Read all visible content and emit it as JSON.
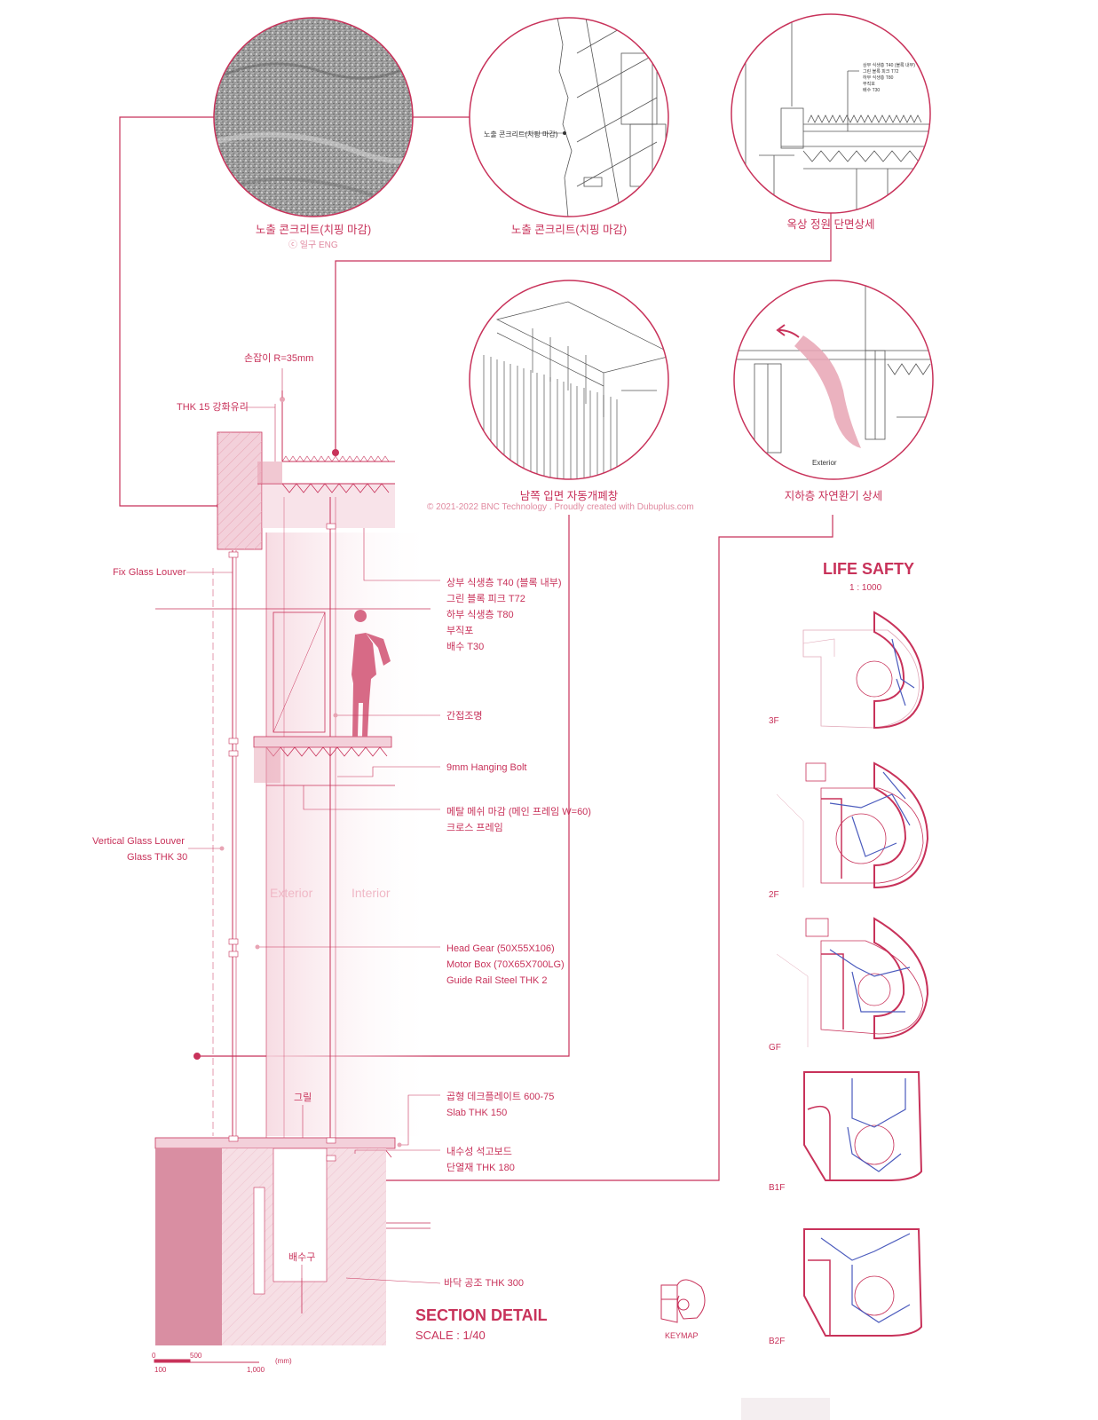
{
  "colors": {
    "accent": "#c8325a",
    "light": "#f3d0da",
    "fill": "#e8a4b4",
    "plan_path": "#4b5bbd"
  },
  "circles": {
    "concrete_photo": {
      "label": "노출 콘크리트(치핑 마감)",
      "credit": "ⓒ 일구 ENG"
    },
    "concrete_detail": {
      "label": "노출 콘크리트(치핑 마감)",
      "inner_note": "노출 콘크리트(치핑 마감)"
    },
    "roof_garden": {
      "label": "옥상 정원 단면상세",
      "inner_notes": [
        "상부 식생층 T40 (블록 내부)",
        "그린 블록 피크 T72",
        "하부 식생층 T80",
        "부직포",
        "배수 T30"
      ]
    },
    "south_window": {
      "label": "남쪽 입면 자동개폐창"
    },
    "ventilation": {
      "label": "지하층 자연환기 상세",
      "inner_exterior": "Exterior"
    }
  },
  "copyright": "© 2021-2022 BNC Technology . Proudly created with Dubuplus.com",
  "section_labels": {
    "handrail": "손잡이 R=35mm",
    "glass": "THK 15 강화유리",
    "fix_louver": "Fix Glass Louver",
    "vertical_louver": "Vertical Glass Louver",
    "glass_thk": "Glass THK 30",
    "exterior": "Exterior",
    "interior": "Interior",
    "grill": "그릴",
    "drain": "배수구"
  },
  "right_notes": {
    "roof_layers": [
      "상부 식생층 T40 (블록 내부)",
      "그린 블록 피크 T72",
      "하부 식생층 T80",
      "부직포",
      "배수 T30"
    ],
    "indirect_light": "간접조명",
    "hanging_bolt": "9mm Hanging Bolt",
    "metal_mesh": [
      "메탈 메쉬 마감 (메인 프레임 W=60)",
      "크로스 프레임"
    ],
    "motor": [
      "Head Gear (50X55X106)",
      "Motor Box (70X65X700LG)",
      "Guide Rail Steel THK 2"
    ],
    "deck": [
      "곱형 데크플레이트 600-75",
      "Slab THK 150"
    ],
    "board": [
      "내수성 석고보드",
      "단열재 THK 180"
    ],
    "floor_duct": "바닥 공조 THK 300"
  },
  "section_title": "SECTION DETAIL",
  "section_scale": "SCALE : 1/40",
  "scalebar": {
    "ticks_top": [
      "0",
      "500"
    ],
    "ticks_bottom": [
      "100",
      "1,000"
    ],
    "unit": "(mm)"
  },
  "keymap_label": "KEYMAP",
  "life_safety": {
    "title": "LIFE SAFTY",
    "scale": "1 : 1000",
    "floors": [
      "3F",
      "2F",
      "GF",
      "B1F",
      "B2F"
    ]
  }
}
